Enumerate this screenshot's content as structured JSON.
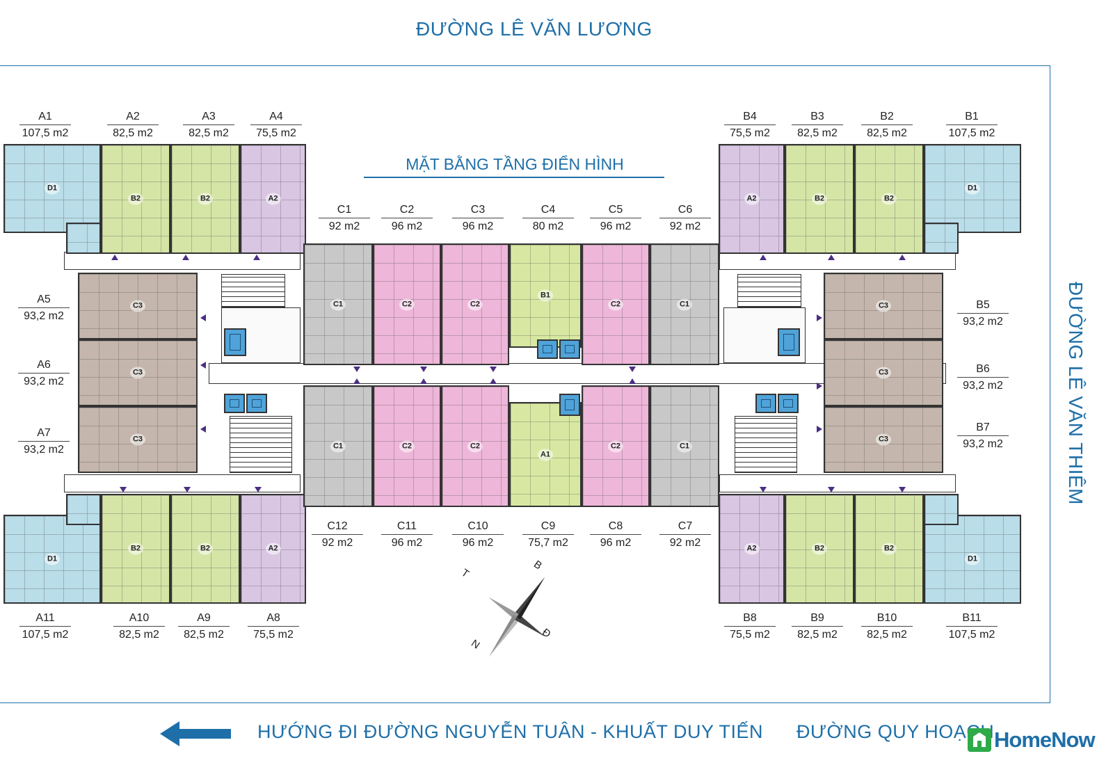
{
  "roads": {
    "top": "ĐƯỜNG LÊ VĂN LƯƠNG",
    "right": "ĐƯỜNG LÊ VĂN THIÊM",
    "bottom_direction": "HƯỚNG ĐI ĐƯỜNG NGUYỄN TUÂN -  KHUẤT DUY TIẾN",
    "bottom_right": "ĐƯỜNG QUY HOẠCH"
  },
  "plan_title": "MẶT BẰNG TẦNG ĐIỂN HÌNH",
  "brand": {
    "name": "HomeNow",
    "color": "#1e6fa8",
    "accent": "#2eaa4a"
  },
  "compass": {
    "n": "N",
    "t": "T",
    "b": "B",
    "d": "Đ"
  },
  "colors": {
    "road_text": "#1e6fa8",
    "type_a1": "#b9dde9",
    "type_b2": "#d5e5a6",
    "type_a2": "#d9c6e3",
    "type_c3": "#c4b6ac",
    "type_c1": "#c8c8c8",
    "type_c2": "#eeb6d9",
    "type_b1": "#d8e8a2",
    "lift": "#4fa3d9"
  },
  "units": {
    "A1": {
      "name": "A1",
      "area": "107,5 m2",
      "tag": "D1"
    },
    "A2": {
      "name": "A2",
      "area": "82,5 m2",
      "tag": "B2"
    },
    "A3": {
      "name": "A3",
      "area": "82,5 m2",
      "tag": "B2"
    },
    "A4": {
      "name": "A4",
      "area": "75,5 m2",
      "tag": "A2"
    },
    "A5": {
      "name": "A5",
      "area": "93,2 m2",
      "tag": "C3"
    },
    "A6": {
      "name": "A6",
      "area": "93,2 m2",
      "tag": "C3"
    },
    "A7": {
      "name": "A7",
      "area": "93,2 m2",
      "tag": "C3"
    },
    "A8": {
      "name": "A8",
      "area": "75,5 m2",
      "tag": "A2"
    },
    "A9": {
      "name": "A9",
      "area": "82,5 m2",
      "tag": "B2"
    },
    "A10": {
      "name": "A10",
      "area": "82,5 m2",
      "tag": "B2"
    },
    "A11": {
      "name": "A11",
      "area": "107,5 m2",
      "tag": "D1"
    },
    "B1": {
      "name": "B1",
      "area": "107,5 m2",
      "tag": "D1"
    },
    "B2": {
      "name": "B2",
      "area": "82,5 m2",
      "tag": "B2"
    },
    "B3": {
      "name": "B3",
      "area": "82,5 m2",
      "tag": "B2"
    },
    "B4": {
      "name": "B4",
      "area": "75,5 m2",
      "tag": "A2"
    },
    "B5": {
      "name": "B5",
      "area": "93,2 m2",
      "tag": "C3"
    },
    "B6": {
      "name": "B6",
      "area": "93,2 m2",
      "tag": "C3"
    },
    "B7": {
      "name": "B7",
      "area": "93,2 m2",
      "tag": "C3"
    },
    "B8": {
      "name": "B8",
      "area": "75,5 m2",
      "tag": "A2"
    },
    "B9": {
      "name": "B9",
      "area": "82,5 m2",
      "tag": "B2"
    },
    "B10": {
      "name": "B10",
      "area": "82,5 m2",
      "tag": "B2"
    },
    "B11": {
      "name": "B11",
      "area": "107,5 m2",
      "tag": "D1"
    },
    "C1": {
      "name": "C1",
      "area": "92 m2",
      "tag": "C1"
    },
    "C2": {
      "name": "C2",
      "area": "96 m2",
      "tag": "C2"
    },
    "C3": {
      "name": "C3",
      "area": "96 m2",
      "tag": "C2"
    },
    "C4": {
      "name": "C4",
      "area": "80 m2",
      "tag": "B1"
    },
    "C5": {
      "name": "C5",
      "area": "96 m2",
      "tag": "C2"
    },
    "C6": {
      "name": "C6",
      "area": "92 m2",
      "tag": "C1"
    },
    "C7": {
      "name": "C7",
      "area": "92 m2",
      "tag": "C1"
    },
    "C8": {
      "name": "C8",
      "area": "96 m2",
      "tag": "C2"
    },
    "C9": {
      "name": "C9",
      "area": "75,7 m2",
      "tag": "A1"
    },
    "C10": {
      "name": "C10",
      "area": "96 m2",
      "tag": "C2"
    },
    "C11": {
      "name": "C11",
      "area": "96 m2",
      "tag": "C2"
    },
    "C12": {
      "name": "C12",
      "area": "92 m2",
      "tag": "C1"
    }
  }
}
